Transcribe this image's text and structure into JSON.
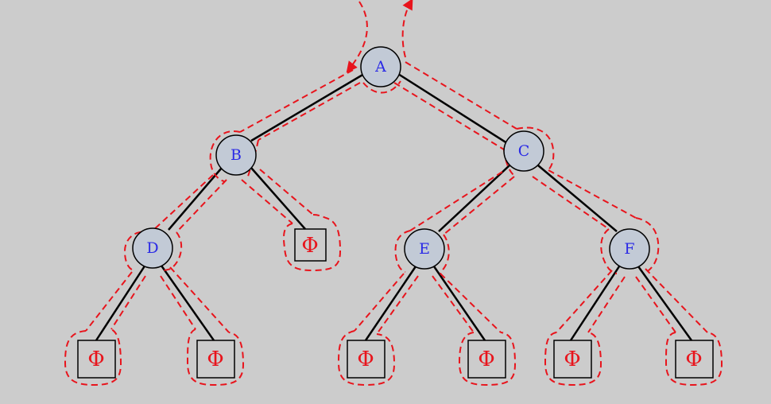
{
  "tree": {
    "nodes": [
      {
        "id": "A",
        "label": "A"
      },
      {
        "id": "B",
        "label": "B"
      },
      {
        "id": "C",
        "label": "C"
      },
      {
        "id": "D",
        "label": "D"
      },
      {
        "id": "E",
        "label": "E"
      },
      {
        "id": "F",
        "label": "F"
      }
    ],
    "null_leaves": [
      {
        "id": "nullB",
        "parent": "B",
        "label": "Φ"
      },
      {
        "id": "nullD1",
        "parent": "D",
        "label": "Φ"
      },
      {
        "id": "nullD2",
        "parent": "D",
        "label": "Φ"
      },
      {
        "id": "nullE1",
        "parent": "E",
        "label": "Φ"
      },
      {
        "id": "nullE2",
        "parent": "E",
        "label": "Φ"
      },
      {
        "id": "nullF1",
        "parent": "F",
        "label": "Φ"
      },
      {
        "id": "nullF2",
        "parent": "F",
        "label": "Φ"
      }
    ],
    "edges": [
      [
        "A",
        "B"
      ],
      [
        "A",
        "C"
      ],
      [
        "B",
        "D"
      ],
      [
        "B",
        "nullB"
      ],
      [
        "C",
        "E"
      ],
      [
        "C",
        "F"
      ],
      [
        "D",
        "nullD1"
      ],
      [
        "D",
        "nullD2"
      ],
      [
        "E",
        "nullE1"
      ],
      [
        "E",
        "nullE2"
      ],
      [
        "F",
        "nullF1"
      ],
      [
        "F",
        "nullF2"
      ]
    ]
  },
  "colors": {
    "background": "#cccccc",
    "node_fill": "#c2cad6",
    "node_text": "#2a2ae6",
    "null_text": "#e8141c",
    "traversal_path": "#e8141c",
    "edge": "#000000"
  }
}
